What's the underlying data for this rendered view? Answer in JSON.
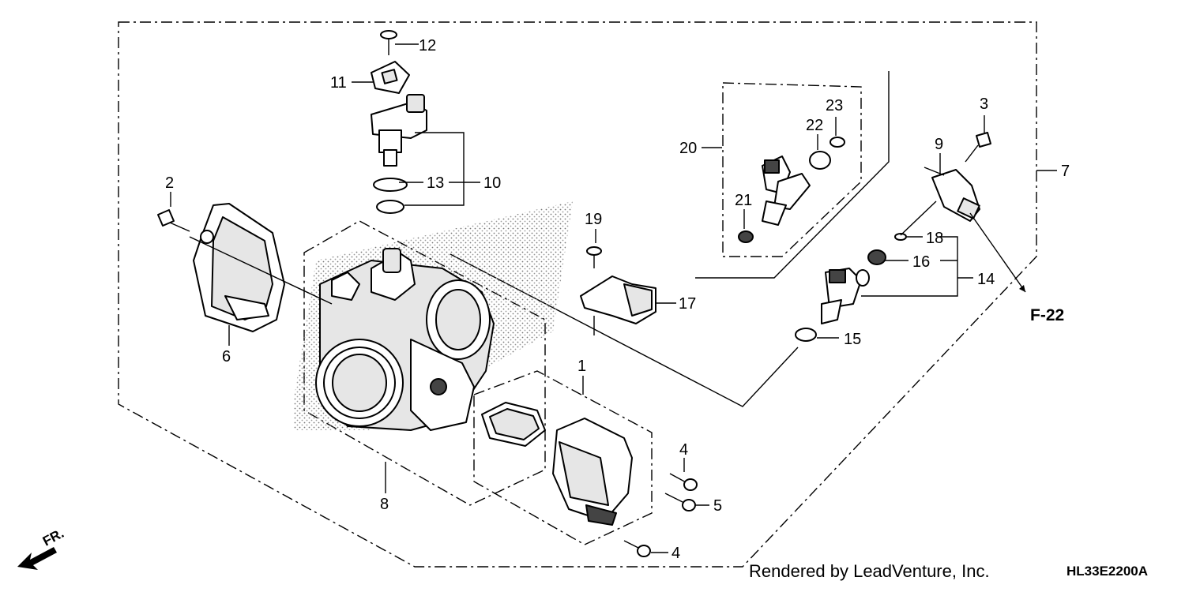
{
  "diagram": {
    "callouts": {
      "c1": "1",
      "c2": "2",
      "c3": "3",
      "c4a": "4",
      "c4b": "4",
      "c5": "5",
      "c6": "6",
      "c7": "7",
      "c8": "8",
      "c9": "9",
      "c10": "10",
      "c11": "11",
      "c12": "12",
      "c13": "13",
      "c14": "14",
      "c15": "15",
      "c16": "16",
      "c17": "17",
      "c18": "18",
      "c19": "19",
      "c20": "20",
      "c21": "21",
      "c22": "22",
      "c23": "23"
    },
    "ref_label": "F-22",
    "direction_label": "FR."
  },
  "footer": {
    "credit": "Rendered by LeadVenture, Inc.",
    "code": "HL33E2200A"
  }
}
